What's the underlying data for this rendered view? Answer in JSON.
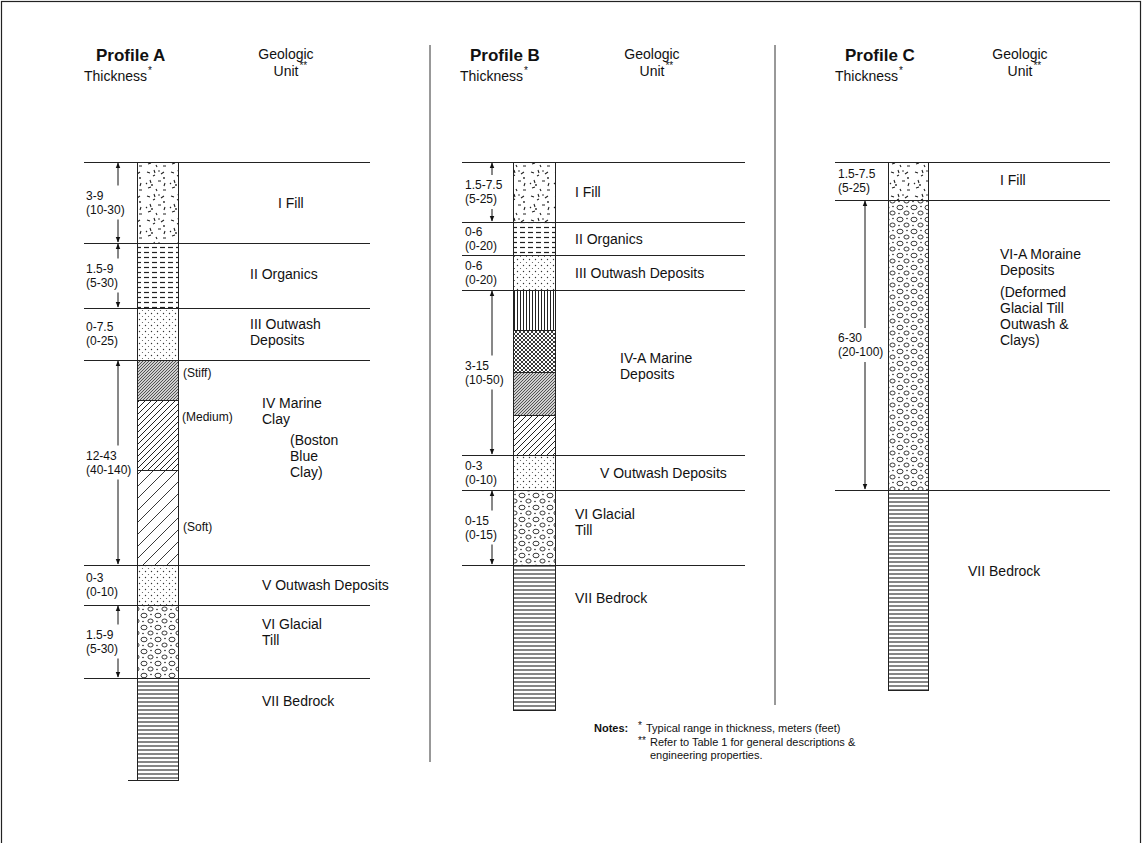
{
  "diagram": {
    "labels": [
      "Profile A",
      "Thickness",
      "*",
      "Geologic Unit",
      "**",
      "3-9",
      "(10-30)",
      "I Fill",
      "1.5-9",
      "(5-30)",
      "II Organics",
      "0-7.5",
      "(0-25)",
      "III Outwash Deposits",
      "(Stiff)",
      "IV Marine Clay",
      "(Medium)",
      "(Boston Blue Clay)",
      "12-43",
      "(40-140)",
      "(Soft)",
      "0-3",
      "(0-10)",
      "V Outwash Deposits",
      "1.5-9",
      "(5-30)",
      "VI Glacial Till",
      "VII Bedrock",
      "Profile B",
      "Thickness",
      "*",
      "Geologic Unit",
      "**",
      "1.5-7.5",
      "(5-25)",
      "I Fill",
      "0-6",
      "(0-20)",
      "II Organics",
      "0-6",
      "(0-20)",
      "III Outwash Deposits",
      "IV-A Marine Deposits",
      "3-15",
      "(10-50)",
      "0-3",
      "(0-10)",
      "V Outwash Deposits",
      "0-15",
      "(0-15)",
      "VI Glacial Till",
      "VII Bedrock",
      "Profile C",
      "Thickness",
      "*",
      "Geologic Unit",
      "**",
      "1.5-7.5",
      "(5-25)",
      "I Fill",
      "VI-A Moraine Deposits",
      "(Deformed Glacial Till Outwash & Clays)",
      "6-30",
      "(20-100)",
      "VII Bedrock",
      "Notes:",
      "*",
      "Typical range in thickness, meters (feet)",
      "**",
      "Refer to Table 1 for general descriptions & engineering properties."
    ]
  }
}
